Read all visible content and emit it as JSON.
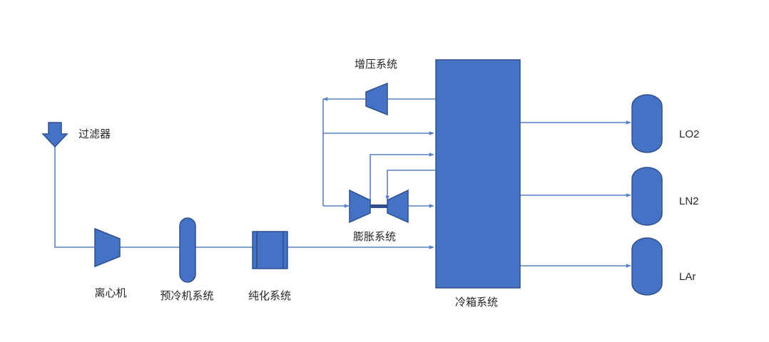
{
  "colors": {
    "equipment_fill": "#4472c4",
    "equipment_stroke": "#2f4f8c",
    "flow_line": "#5a80c6",
    "text": "#262626",
    "background": "#ffffff"
  },
  "labels": {
    "filter": "过滤器",
    "centrifugal_compressor": "离心机",
    "precooling_system": "预冷机系统",
    "purification_system": "纯化系统",
    "cold_box_system": "冷箱系统",
    "booster_system": "增压系统",
    "expansion_system": "膨胀系统",
    "product_lo2": "LO2",
    "product_ln2": "LN2",
    "product_lar": "LAr"
  }
}
